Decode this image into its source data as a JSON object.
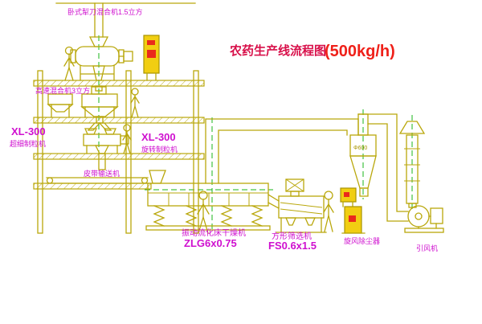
{
  "title": {
    "main": "农药生产线流程图",
    "capacity": "(500kg/h)"
  },
  "labels": {
    "horizontal_mixer": "卧式犁刀混合机1.5立方",
    "high_speed_mixer": "高速混合机3立方",
    "fine_granulator_model": "XL-300",
    "fine_granulator_name": "超细制粒机",
    "rotary_granulator_model": "XL-300",
    "rotary_granulator_name": "旋转制粒机",
    "belt_conveyor": "皮带输送机",
    "fluid_bed_dryer": "振动流化床干燥机",
    "fluid_bed_dryer_model": "ZLG6x0.75",
    "square_sieve": "方形筛选机",
    "square_sieve_model": "FS0.6x1.5",
    "cyclone": "旋风除尘器",
    "induced_draft_fan": "引风机",
    "pipe_size": "Φ600"
  },
  "colors": {
    "drawing_line": "#b9a70b",
    "label_magenta": "#cf10cf",
    "title_red": "#ef2019",
    "cabinet_yellow": "#f1ce12",
    "button_red": "#ea2a1c",
    "centerline_green": "#1ab41a",
    "background": "#ffffff"
  }
}
